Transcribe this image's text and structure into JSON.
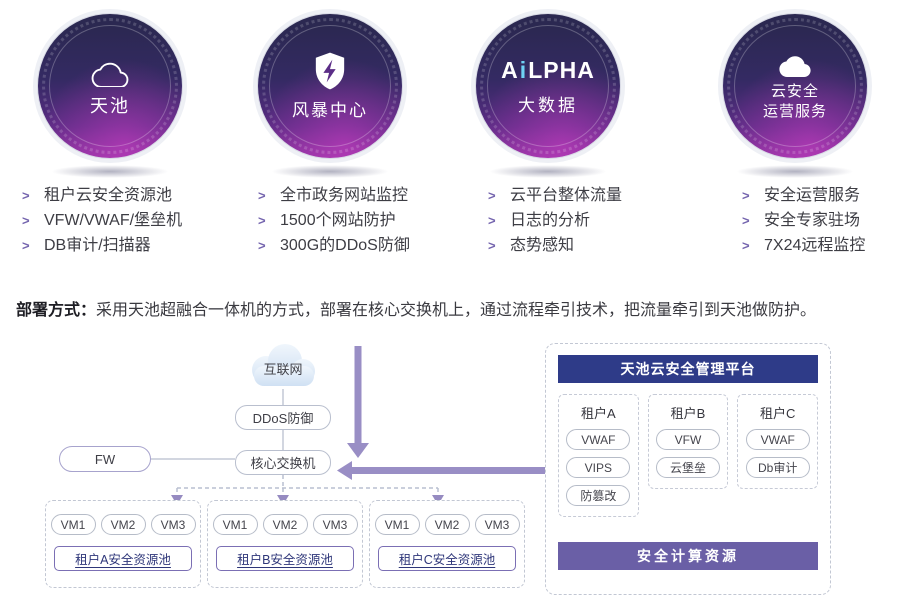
{
  "badges": [
    {
      "title": "天池",
      "icon": "cloud-outline-icon",
      "items": [
        "租户云安全资源池",
        "VFW/VWAF/堡垒机",
        "DB审计/扫描器"
      ]
    },
    {
      "title": "风暴中心",
      "icon": "shield-bolt-icon",
      "items": [
        "全市政务网站监控",
        "1500个网站防护",
        "300G的DDoS防御"
      ]
    },
    {
      "brand_pre": "A",
      "brand_i": "i",
      "brand_post": "LPHA",
      "title": "大数据",
      "items": [
        "云平台整体流量",
        "日志的分析",
        "态势感知"
      ]
    },
    {
      "title_line1": "云安全",
      "title_line2": "运营服务",
      "icon": "cloud-solid-icon",
      "items": [
        "安全运营服务",
        "安全专家驻场",
        "7X24远程监控"
      ]
    }
  ],
  "deploy": {
    "label": "部署方式：",
    "text": "采用天池超融合一体机的方式，部署在核心交换机上，通过流程牵引技术，把流量牵引到天池做防护。"
  },
  "diagram": {
    "internet_label": "互联网",
    "ddos_label": "DDoS防御",
    "core_switch_label": "核心交换机",
    "fw_label": "FW",
    "pools": [
      {
        "vms": [
          "VM1",
          "VM2",
          "VM3"
        ],
        "label": "租户A安全资源池"
      },
      {
        "vms": [
          "VM1",
          "VM2",
          "VM3"
        ],
        "label": "租户B安全资源池"
      },
      {
        "vms": [
          "VM1",
          "VM2",
          "VM3"
        ],
        "label": "租户C安全资源池"
      }
    ],
    "platform": {
      "title": "天池云安全管理平台",
      "columns": [
        {
          "label": "租户A",
          "items": [
            "VWAF",
            "VIPS",
            "防篡改"
          ]
        },
        {
          "label": "租户B",
          "items": [
            "VFW",
            "云堡垒"
          ]
        },
        {
          "label": "租户C",
          "items": [
            "VWAF",
            "Db审计"
          ]
        }
      ],
      "footer": "安全计算资源"
    }
  },
  "colors": {
    "badge_gradient_top": "#2b2851",
    "badge_gradient_bottom": "#8d34a0",
    "accent_arrow_purple": "#968bc1",
    "bullet_purple": "#7464ae",
    "platform_header_navy": "#2e3b88",
    "platform_footer_purple": "#6a5fa6",
    "pool_label_border": "#7b6fb4",
    "text_dark": "#3d3d44"
  }
}
